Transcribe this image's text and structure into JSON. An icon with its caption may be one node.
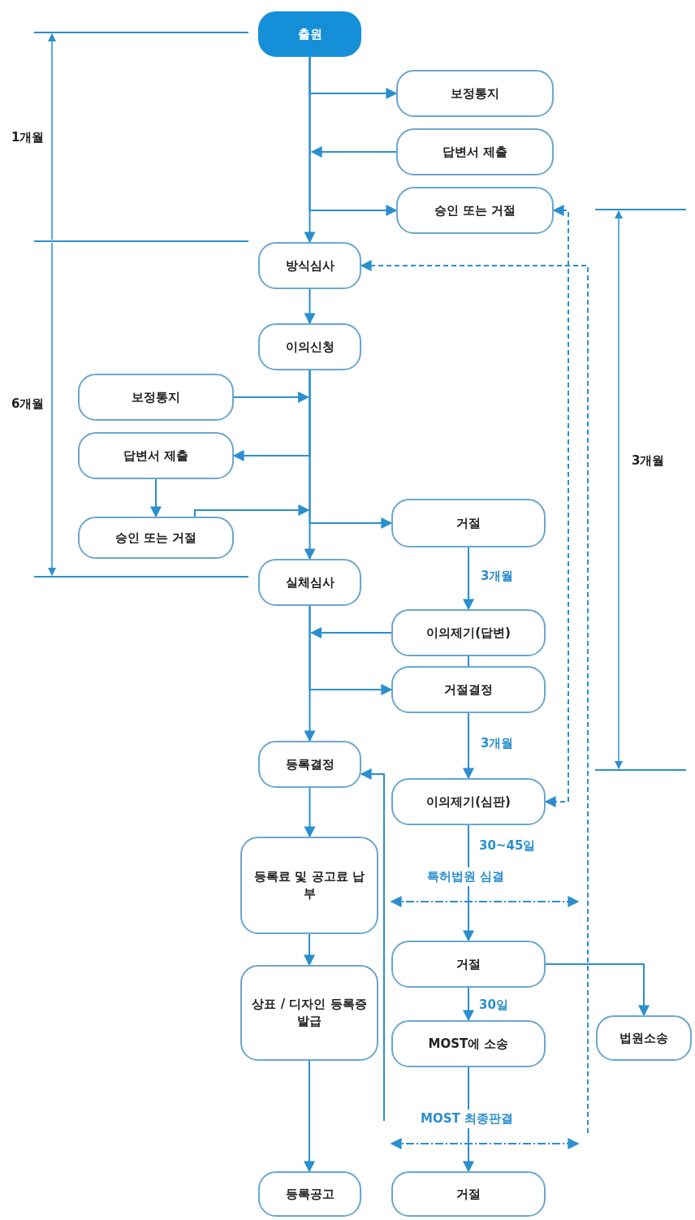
{
  "diagram": {
    "nodes": [
      {
        "text": [
          "출원"
        ]
      },
      {
        "text": [
          "보정통지"
        ]
      },
      {
        "text": [
          "답변서 제출"
        ]
      },
      {
        "text": [
          "승인 또는 거절"
        ]
      },
      {
        "text": [
          "방식심사"
        ]
      },
      {
        "text": [
          "이의신청"
        ]
      },
      {
        "text": [
          "보정통지"
        ]
      },
      {
        "text": [
          "답변서 제출"
        ]
      },
      {
        "text": [
          "승인 또는 거절"
        ]
      },
      {
        "text": [
          "거절"
        ]
      },
      {
        "text": [
          "실체심사"
        ]
      },
      {
        "text": [
          "이의제기(답변)"
        ]
      },
      {
        "text": [
          "거절결정"
        ]
      },
      {
        "text": [
          "등록결정"
        ]
      },
      {
        "text": [
          "이의제기(심판)"
        ]
      },
      {
        "text": [
          "등록료 및 공고료 납부"
        ]
      },
      {
        "text": [
          "거절"
        ]
      },
      {
        "text": [
          "상표 / 디자인 등록증 발급"
        ]
      },
      {
        "text": [
          "MOST에 소송"
        ]
      },
      {
        "text": [
          "법원소송"
        ]
      },
      {
        "text": [
          "등록공고"
        ]
      },
      {
        "text": [
          "거절"
        ]
      }
    ],
    "edges": [
      {
        "from": 0,
        "to": 1,
        "arrow": "to"
      },
      {
        "from": 2,
        "to": null,
        "arrow": "to"
      },
      {
        "from": 0,
        "to": 3,
        "arrow": "to"
      },
      {
        "from": 0,
        "to": 4,
        "arrow": "to"
      },
      {
        "from": 4,
        "to": 5,
        "arrow": "to"
      },
      {
        "from": 6,
        "to": 5,
        "arrow": "to"
      },
      {
        "from": 5,
        "to": 7,
        "arrow": "to"
      },
      {
        "from": 7,
        "to": 8,
        "arrow": "to"
      },
      {
        "from": 8,
        "to": null,
        "arrow": "to"
      },
      {
        "from": 5,
        "to": 9,
        "arrow": "to"
      },
      {
        "from": 5,
        "to": 10,
        "arrow": "to"
      },
      {
        "from": 11,
        "to": 10,
        "arrow": "to"
      },
      {
        "from": 10,
        "to": 12,
        "arrow": "to"
      },
      {
        "from": 10,
        "to": 13,
        "arrow": "to"
      },
      {
        "from": 9,
        "to": 11,
        "arrow": "to",
        "label": "3개월"
      },
      {
        "from": 11,
        "to": 12,
        "arrow": "none"
      },
      {
        "from": 12,
        "to": 14,
        "arrow": "to",
        "label": "3개월"
      },
      {
        "from": 3,
        "to": 14,
        "arrow": "both",
        "style": "dashed"
      },
      {
        "from": 14,
        "to": 16,
        "arrow": "to",
        "label": "30~45일"
      },
      {
        "from": 16,
        "to": 18,
        "arrow": "to",
        "label": "30일"
      },
      {
        "from": 16,
        "to": 19,
        "arrow": "to"
      },
      {
        "from": 18,
        "to": 21,
        "arrow": "to"
      },
      {
        "from": 13,
        "to": 15,
        "arrow": "to"
      },
      {
        "from": 15,
        "to": 17,
        "arrow": "to"
      },
      {
        "from": 17,
        "to": 20,
        "arrow": "to"
      },
      {
        "from": null,
        "to": 13,
        "arrow": "to"
      },
      {
        "from": null,
        "to": 4,
        "arrow": "to",
        "style": "dashed"
      }
    ],
    "labels": [
      "1개월",
      "6개월",
      "3개월",
      "특허법원 심결",
      "MOST 최종판결"
    ]
  }
}
